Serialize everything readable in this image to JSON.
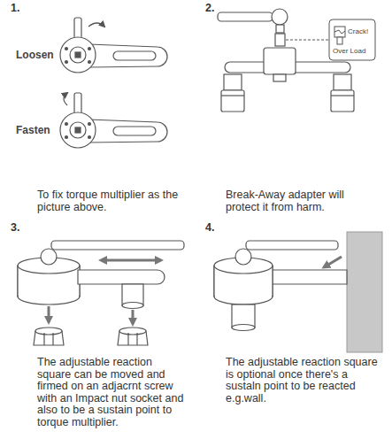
{
  "diagram": {
    "labels": [
      "1.",
      "Loosen",
      "Fasten",
      "To fix torque multiplier as the picture above.",
      "2.",
      "Crack!",
      "Over Load",
      "Break-Away adapter will protect it from harm.",
      "3.",
      "The adjustable reaction square can be moved and firmed on an adjacrnt screw with an Impact nut socket and also to be a sustain point to torque multiplier.",
      "4.",
      "The adjustable reaction square is optional once there's a sustaln point to be reacted e.g.wall."
    ]
  }
}
